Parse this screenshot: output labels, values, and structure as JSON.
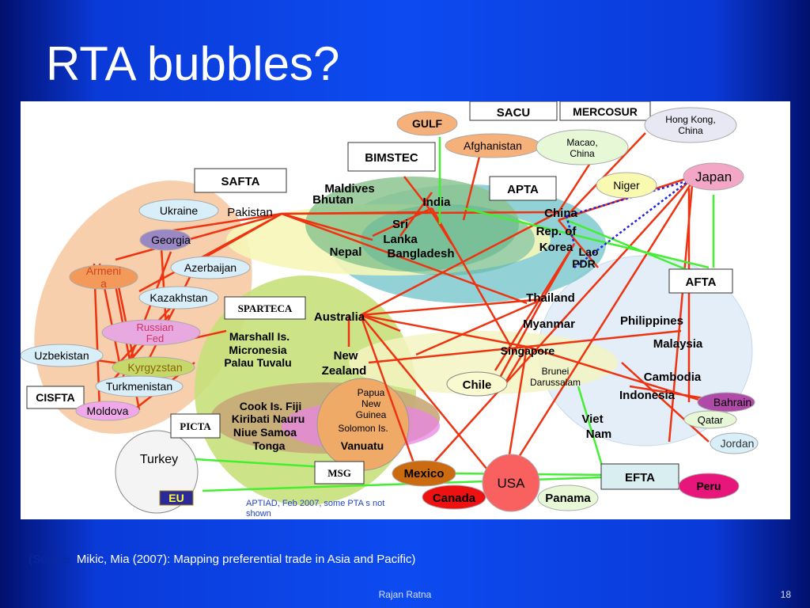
{
  "slide": {
    "title": "RTA bubbles?",
    "source_label": "(Source:",
    "source_text": " Mikic, Mia (2007): Mapping preferential trade in Asia and Pacific)",
    "author": "Rajan Ratna",
    "page_number": "18"
  },
  "diagram": {
    "boxes": {
      "sacu": "SACU",
      "mercosur": "MERCOSUR",
      "bimstec": "BIMSTEC",
      "safta": "SAFTA",
      "apta": "APTA",
      "afta": "AFTA",
      "sparteca": "SPARTECA",
      "cisfta": "CISFTA",
      "picta": "PICTA",
      "msg": "MSG",
      "efta": "EFTA"
    },
    "countries": {
      "gulf": "GULF",
      "afghanistan": "Afghanistan",
      "hongkong_1": "Hong Kong,",
      "hongkong_2": "China",
      "macao_1": "Macao,",
      "macao_2": "China",
      "niger": "Niger",
      "japan": "Japan",
      "ukraine": "Ukraine",
      "georgia": "Georgia",
      "armenia_1": "Armeni",
      "armenia_2": "a",
      "azerbaijan": "Azerbaijan",
      "kazakhstan": "Kazakhstan",
      "russia_1": "Russian",
      "russia_2": "Fed",
      "uzbekistan": "Uzbekistan",
      "kyrgyzstan": "Kyrgyzstan",
      "turkmenistan": "Turkmenistan",
      "moldova": "Moldova",
      "pakistan": "Pakistan",
      "maldives": "Maldives",
      "bhutan": "Bhutan",
      "india": "India",
      "srilanka_1": "Sri",
      "srilanka_2": "Lanka",
      "nepal": "Nepal",
      "bangladesh": "Bangladesh",
      "china": "China",
      "korea_1": "Rep. of",
      "korea_2": "Korea",
      "laopdr_1": "Lao",
      "laopdr_2": "PDR",
      "thailand": "Thailand",
      "myanmar": "Myanmar",
      "philippines": "Philippines",
      "malaysia": "Malaysia",
      "singapore": "Singapore",
      "brunei_1": "Brunei",
      "brunei_2": "Darussalam",
      "cambodia": "Cambodia",
      "indonesia": "Indonesia",
      "vietnam_1": "Viet",
      "vietnam_2": "Nam",
      "australia": "Australia",
      "marshall": "Marshall Is.",
      "micronesia": "Micronesia",
      "palau": "Palau Tuvalu",
      "newzealand_1": "New",
      "newzealand_2": "Zealand",
      "chile": "Chile",
      "cook": "Cook Is.  Fiji",
      "kiribati": "Kiribati Nauru",
      "niue": "Niue  Samoa",
      "tonga": "Tonga",
      "png_1": "Papua",
      "png_2": "New",
      "png_3": "Guinea",
      "solomon": "Solomon Is.",
      "vanuatu": "Vanuatu",
      "turkey": "Turkey",
      "eu": "EU",
      "mexico": "Mexico",
      "canada": "Canada",
      "usa": "USA",
      "panama": "Panama",
      "peru": "Peru",
      "bahrain": "Bahrain",
      "qatar": "Qatar",
      "jordan": "Jordan"
    },
    "note_1": "APTIAD, Feb 2007, some PTA s not",
    "note_2": "shown"
  }
}
